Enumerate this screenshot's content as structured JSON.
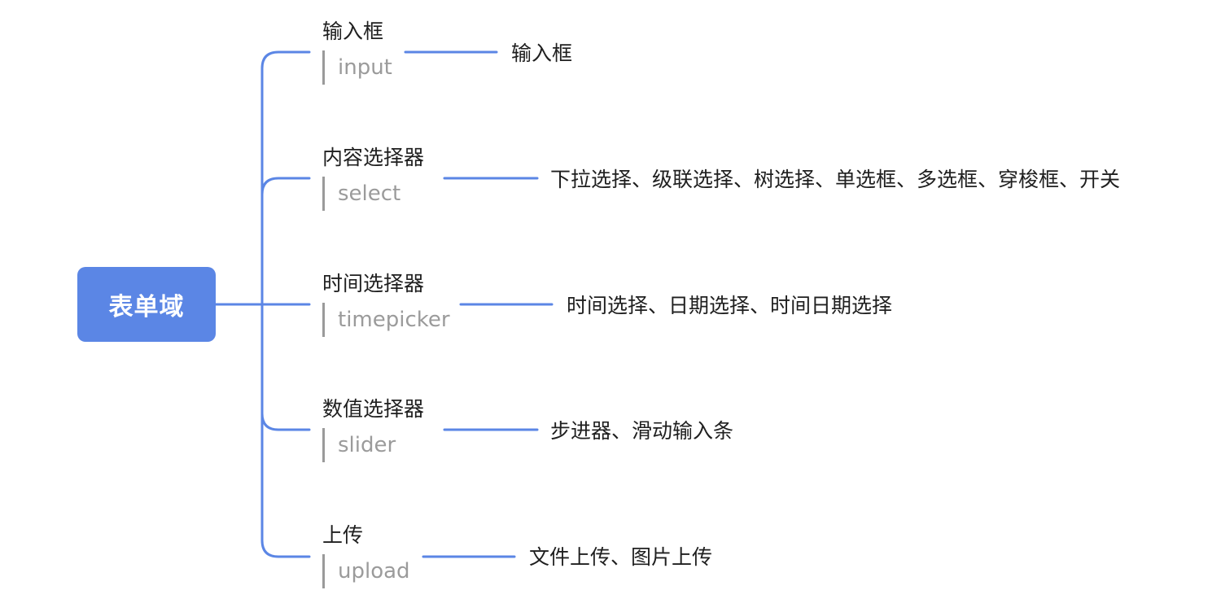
{
  "root": {
    "label": "表单域"
  },
  "branches": [
    {
      "title": "输入框",
      "note": "input",
      "leaf": "输入框"
    },
    {
      "title": "内容选择器",
      "note": "select",
      "leaf": "下拉选择、级联选择、树选择、单选框、多选框、穿梭框、开关"
    },
    {
      "title": "时间选择器",
      "note": "timepicker",
      "leaf": "时间选择、日期选择、时间日期选择"
    },
    {
      "title": "数值选择器",
      "note": "slider",
      "leaf": "步进器、滑动输入条"
    },
    {
      "title": "上传",
      "note": "upload",
      "leaf": "文件上传、图片上传"
    }
  ],
  "colors": {
    "accent": "#5b86e5",
    "text": "#1f1f1f",
    "note_text": "#9b9b9b",
    "note_bar": "#9a9a9a"
  }
}
